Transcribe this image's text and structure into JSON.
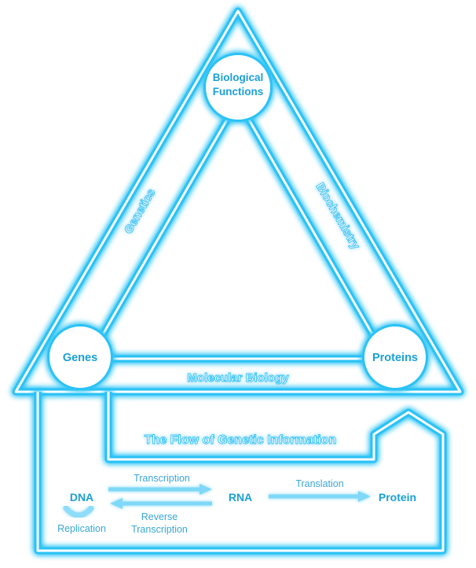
{
  "colors": {
    "stroke": "#ffffff",
    "glow": "#29c2f5",
    "glow_light": "#aee8fb",
    "node_text": "#1aa0d8",
    "caption_text": "#3aa7d6"
  },
  "nodes": {
    "biological_functions": {
      "line1": "Biological",
      "line2": "Functions"
    },
    "genes": {
      "label": "Genes"
    },
    "proteins": {
      "label": "Proteins"
    }
  },
  "edges": {
    "genetics": "Genetics",
    "biochemistry": "Biochemistry",
    "molecular_biology": "Molecular Biology"
  },
  "flow": {
    "title": "The Flow of Genetic Information",
    "dna": "DNA",
    "rna": "RNA",
    "protein": "Protein",
    "transcription": "Transcription",
    "reverse_transcription_line1": "Reverse",
    "reverse_transcription_line2": "Transcription",
    "translation": "Translation",
    "replication": "Replication"
  }
}
